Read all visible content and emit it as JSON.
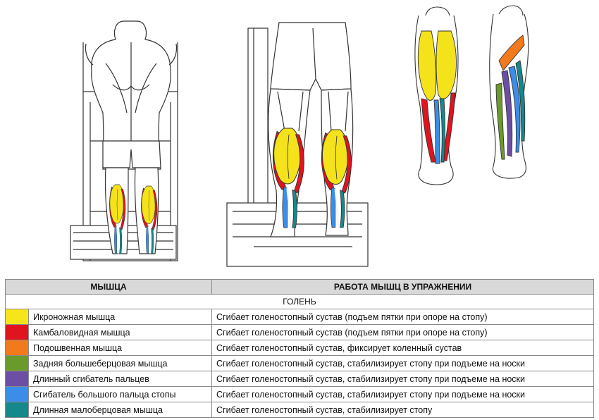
{
  "colors": {
    "outline": "#333333",
    "yellow": "#f4e21a",
    "red": "#e0141e",
    "orange": "#f07a1c",
    "green": "#6a9a2c",
    "purple": "#6c4ea4",
    "blue": "#3a8ee8",
    "teal": "#14888a"
  },
  "table": {
    "headers": [
      "МЫШЦА",
      "РАБОТА МЫШЦ В УПРАЖНЕНИИ"
    ],
    "section": "ГОЛЕНЬ",
    "rows": [
      {
        "color": "#f7e51c",
        "muscle": "Икроножная мышца",
        "action": "Сгибает голеностопный сустав (подъем пятки при опоре на стопу)"
      },
      {
        "color": "#e0141e",
        "muscle": "Камбаловидная мышца",
        "action": "Сгибает голеностопный сустав (подъем пятки при опоре на стопу)"
      },
      {
        "color": "#f07a1c",
        "muscle": "Подошвенная мышца",
        "action": "Сгибает голеностопный сустав, фиксирует коленный сустав"
      },
      {
        "color": "#6a9a2c",
        "muscle": "Задняя большеберцовая мышца",
        "action": "Сгибает голеностопный сустав, стабилизирует стопу при подъеме на носки"
      },
      {
        "color": "#6c4ea4",
        "muscle": "Длинный сгибатель пальцев",
        "action": "Сгибает голеностопный сустав, стабилизирует стопу при подъеме на носки"
      },
      {
        "color": "#3a8ee8",
        "muscle": "Сгибатель большого пальца стопы",
        "action": "Сгибает голеностопный сустав, стабилизирует стопу при подъеме на носки"
      },
      {
        "color": "#14888a",
        "muscle": "Длинная малоберцовая мышца",
        "action": "Сгибает голеностопный сустав, стабилизирует стопу"
      }
    ]
  }
}
